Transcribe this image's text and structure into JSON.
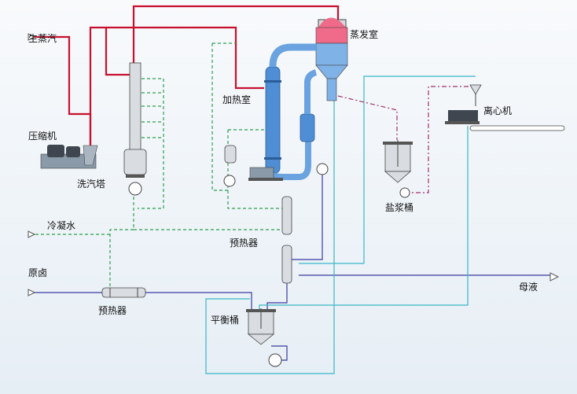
{
  "labels": {
    "steam": "生蒸汽",
    "compressor": "压缩机",
    "scrubber": "洗汽塔",
    "condensate": "冷凝水",
    "brine": "原卤",
    "preheater_left": "预热器",
    "balance_tank": "平衡桶",
    "heating_chamber": "加热室",
    "evaporation_chamber": "蒸发室",
    "preheater_mid": "预热器",
    "salt_slurry_tank": "盐浆桶",
    "centrifuge": "离心机",
    "mother_liquor": "母液"
  },
  "colors": {
    "steam_line": "#c8102e",
    "condensate_line": "#2e9e4f",
    "brine_line": "#3a3aa0",
    "circulation_line": "#39b6c9",
    "slurry_line": "#a0306a",
    "vessel_fill": "#cfe0f0",
    "vessel_outline": "#444444",
    "evaporator_top": "#f06a8a",
    "evaporator_body": "#7fb2e6"
  }
}
